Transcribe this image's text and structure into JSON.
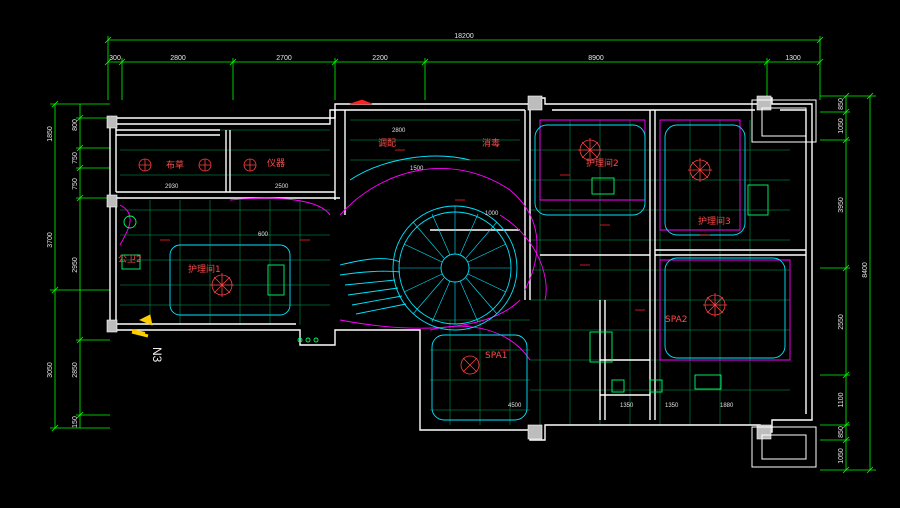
{
  "colors": {
    "background": "#000000",
    "dimension_line": "#00ff00",
    "wall": "#ffffff",
    "grid": "#00cc66",
    "ceiling_pattern": "#00ffff",
    "magenta": "#ff00ff",
    "text_room": "#ff4a4a",
    "text_dimension": "#e6e6e6",
    "stair": "#00e5ff"
  },
  "dimensions": {
    "overall_top": "18200",
    "top_segments": [
      "300",
      "2800",
      "2700",
      "2200",
      "8900",
      "1300"
    ],
    "left_outer": [
      "3700",
      "3050"
    ],
    "left_inner": [
      "1850",
      "800",
      "750",
      "750",
      "2950",
      "2850",
      "150"
    ],
    "right_outer": [
      "8400"
    ],
    "right_inner": [
      "850",
      "1050",
      "3950",
      "2550",
      "1100",
      "850",
      "1050"
    ]
  },
  "rooms": {
    "bubu": "布草",
    "yiqi": "仪器",
    "tiaopei": "调配",
    "xiaodu": "消毒",
    "huli2": "护理间2",
    "huli3": "护理间3",
    "huli1": "护理间1",
    "gongwei2": "公卫2",
    "spa1": "SPA1",
    "spa2": "SPA2"
  },
  "labels": {
    "north": "N3",
    "inner_dims": [
      "2930",
      "2500",
      "1500",
      "1000",
      "2800",
      "4500",
      "1880",
      "1350",
      "1350",
      "600"
    ]
  },
  "icons": [
    "north-arrow-icon",
    "spiral-stair-icon",
    "ceiling-light-icon"
  ]
}
